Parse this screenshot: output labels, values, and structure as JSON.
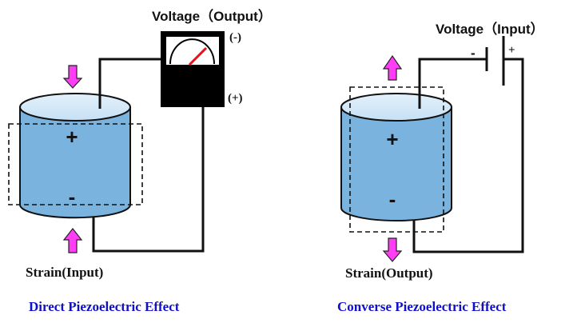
{
  "colors": {
    "cylinder_body": "#7bb3df",
    "cylinder_top": "#d4e9f8",
    "arrow_fill": "#ff3df5",
    "needle": "#e8101a",
    "caption": "#1010c8",
    "wire": "#111111"
  },
  "direct": {
    "voltage_label": "Voltage（Output）",
    "meter_minus": "(-)",
    "meter_plus": "(+)",
    "top_sign": "+",
    "bottom_sign": "-",
    "strain_label": "Strain(Input)",
    "caption": "Direct Piezoelectric Effect",
    "arrow_direction": "inward",
    "meter_icon": "voltmeter-icon"
  },
  "converse": {
    "voltage_label": "Voltage（Input）",
    "battery_minus": "-",
    "battery_plus": "+",
    "top_sign": "+",
    "bottom_sign": "-",
    "strain_label": "Strain(Output)",
    "caption": "Converse Piezoelectric Effect",
    "arrow_direction": "outward",
    "battery_icon": "battery-icon"
  }
}
